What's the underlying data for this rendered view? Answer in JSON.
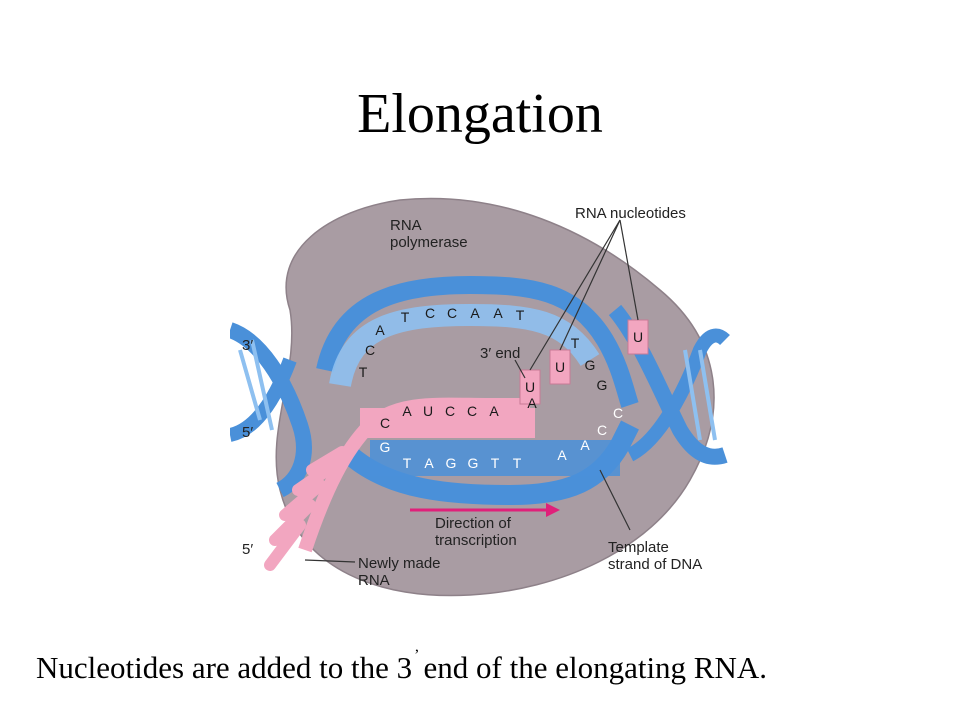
{
  "title": "Elongation",
  "caption": {
    "before": "Nucleotides are added to the 3",
    "prime": "’",
    "after": "end of the elongating RNA."
  },
  "labels": {
    "rna_polymerase_1": "RNA",
    "rna_polymerase_2": "polymerase",
    "rna_nucleotides": "RNA nucleotides",
    "three_prime_end": "3′ end",
    "direction_1": "Direction of",
    "direction_2": "transcription",
    "template_1": "Template",
    "template_2": "strand of DNA",
    "newly_made_1": "Newly made",
    "newly_made_2": "RNA",
    "left_3prime": "3′",
    "left_5prime_a": "5′",
    "left_5prime_b": "5′"
  },
  "coding_strand_bases": [
    "T",
    "C",
    "A",
    "T",
    "C",
    "C",
    "A",
    "A",
    "T",
    "T",
    "G",
    "G"
  ],
  "rna_bases": [
    "C",
    "A",
    "U",
    "C",
    "C",
    "A",
    "A"
  ],
  "template_bases": [
    "G",
    "T",
    "A",
    "G",
    "G",
    "T",
    "T",
    "A",
    "A",
    "C",
    "C"
  ],
  "free_nucleotides": [
    "U",
    "U",
    "U"
  ],
  "colors": {
    "dna": "#4a90d9",
    "dna_light": "#8ec0f0",
    "rna": "#f2a6c0",
    "polymerase": "#a99ca3",
    "arrow": "#e0207a"
  }
}
